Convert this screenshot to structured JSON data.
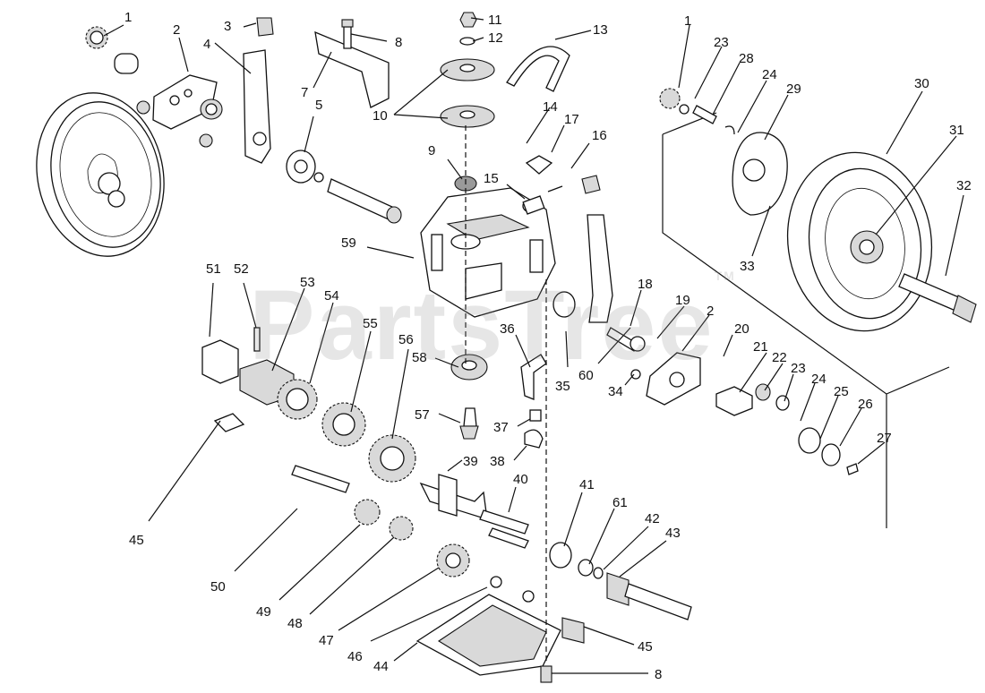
{
  "watermark": {
    "text": "PartsTree",
    "mark": "TM"
  },
  "callouts": [
    {
      "id": "c1a",
      "label": "1"
    },
    {
      "id": "c2a",
      "label": "2"
    },
    {
      "id": "c3",
      "label": "3"
    },
    {
      "id": "c4",
      "label": "4"
    },
    {
      "id": "c5",
      "label": "5"
    },
    {
      "id": "c7",
      "label": "7"
    },
    {
      "id": "c8a",
      "label": "8"
    },
    {
      "id": "c9",
      "label": "9"
    },
    {
      "id": "c10",
      "label": "10"
    },
    {
      "id": "c11",
      "label": "11"
    },
    {
      "id": "c12",
      "label": "12"
    },
    {
      "id": "c13",
      "label": "13"
    },
    {
      "id": "c14",
      "label": "14"
    },
    {
      "id": "c15",
      "label": "15"
    },
    {
      "id": "c16",
      "label": "16"
    },
    {
      "id": "c17",
      "label": "17"
    },
    {
      "id": "c1b",
      "label": "1"
    },
    {
      "id": "c23a",
      "label": "23"
    },
    {
      "id": "c28",
      "label": "28"
    },
    {
      "id": "c24a",
      "label": "24"
    },
    {
      "id": "c29",
      "label": "29"
    },
    {
      "id": "c30",
      "label": "30"
    },
    {
      "id": "c31",
      "label": "31"
    },
    {
      "id": "c32",
      "label": "32"
    },
    {
      "id": "c33",
      "label": "33"
    },
    {
      "id": "c59",
      "label": "59"
    },
    {
      "id": "c51",
      "label": "51"
    },
    {
      "id": "c52",
      "label": "52"
    },
    {
      "id": "c53",
      "label": "53"
    },
    {
      "id": "c54",
      "label": "54"
    },
    {
      "id": "c55",
      "label": "55"
    },
    {
      "id": "c56",
      "label": "56"
    },
    {
      "id": "c36",
      "label": "36"
    },
    {
      "id": "c58",
      "label": "58"
    },
    {
      "id": "c35",
      "label": "35"
    },
    {
      "id": "c60",
      "label": "60"
    },
    {
      "id": "c18",
      "label": "18"
    },
    {
      "id": "c19",
      "label": "19"
    },
    {
      "id": "c2b",
      "label": "2"
    },
    {
      "id": "c20",
      "label": "20"
    },
    {
      "id": "c21",
      "label": "21"
    },
    {
      "id": "c22",
      "label": "22"
    },
    {
      "id": "c23b",
      "label": "23"
    },
    {
      "id": "c24b",
      "label": "24"
    },
    {
      "id": "c25",
      "label": "25"
    },
    {
      "id": "c26",
      "label": "26"
    },
    {
      "id": "c27",
      "label": "27"
    },
    {
      "id": "c34",
      "label": "34"
    },
    {
      "id": "c57",
      "label": "57"
    },
    {
      "id": "c37",
      "label": "37"
    },
    {
      "id": "c38",
      "label": "38"
    },
    {
      "id": "c39",
      "label": "39"
    },
    {
      "id": "c40",
      "label": "40"
    },
    {
      "id": "c41",
      "label": "41"
    },
    {
      "id": "c61",
      "label": "61"
    },
    {
      "id": "c42",
      "label": "42"
    },
    {
      "id": "c43",
      "label": "43"
    },
    {
      "id": "c45a",
      "label": "45"
    },
    {
      "id": "c50",
      "label": "50"
    },
    {
      "id": "c49",
      "label": "49"
    },
    {
      "id": "c48",
      "label": "48"
    },
    {
      "id": "c47",
      "label": "47"
    },
    {
      "id": "c46",
      "label": "46"
    },
    {
      "id": "c44",
      "label": "44"
    },
    {
      "id": "c45b",
      "label": "45"
    },
    {
      "id": "c8b",
      "label": "8"
    }
  ]
}
